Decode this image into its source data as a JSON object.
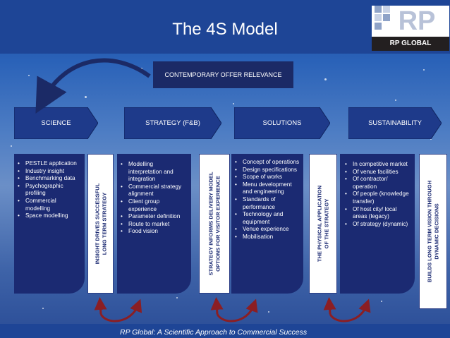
{
  "title": "The 4S Model",
  "logo": {
    "mark": "RP",
    "name": "RP GLOBAL"
  },
  "relevance_label": "CONTEMPORARY OFFER RELEVANCE",
  "stages": [
    {
      "label": "SCIENCE",
      "items": [
        "PESTLE application",
        "Industry insight",
        "Benchmarking data",
        "Psychographic profiling",
        "Commercial modelling",
        "Space modelling"
      ]
    },
    {
      "label": "STRATEGY (F&B)",
      "items": [
        "Modelling interpretation and integration",
        "Commercial strategy alignment",
        "Client group experience",
        "Parameter definition",
        "Route to market",
        "Food vision"
      ]
    },
    {
      "label": "SOLUTIONS",
      "items": [
        "Concept of operations",
        "Design specifications",
        "Scope of works",
        "Menu development and engineering",
        "Standards of performance",
        "Technology and equipment",
        "Venue experience",
        "Mobilisation"
      ]
    },
    {
      "label": "SUSTAINABILITY",
      "items": [
        "In competitive market",
        "Of venue facilities",
        "Of contractor/ operation",
        "Of people (knowledge transfer)",
        "Of host city/ local areas (legacy)",
        "Of strategy (dynamic)"
      ]
    }
  ],
  "links": [
    {
      "line1": "INSIGHT DRIVES SUCCESSFUL",
      "line2": "LONG TERM STRATEGY"
    },
    {
      "line1": "STRATEGY INFORMS DELIVERY MODEL",
      "line2": "OPTIONS FOR VISITOR EXPERIENCE"
    },
    {
      "line1": "THE PHYSICAL APPLICATION",
      "line2": "OF THE STRATEGY"
    },
    {
      "line1": "BUILDS LONG TERM VISION THROUGH",
      "line2": "DYNAMIC DECISIONS"
    }
  ],
  "footer": "RP Global: A Scientific Approach to Commercial Success",
  "colors": {
    "header": "#1e4596",
    "navy_box": "#1b2a72",
    "chevron": "#1e3a8a",
    "arrow": "#8b1e23",
    "white": "#ffffff"
  }
}
